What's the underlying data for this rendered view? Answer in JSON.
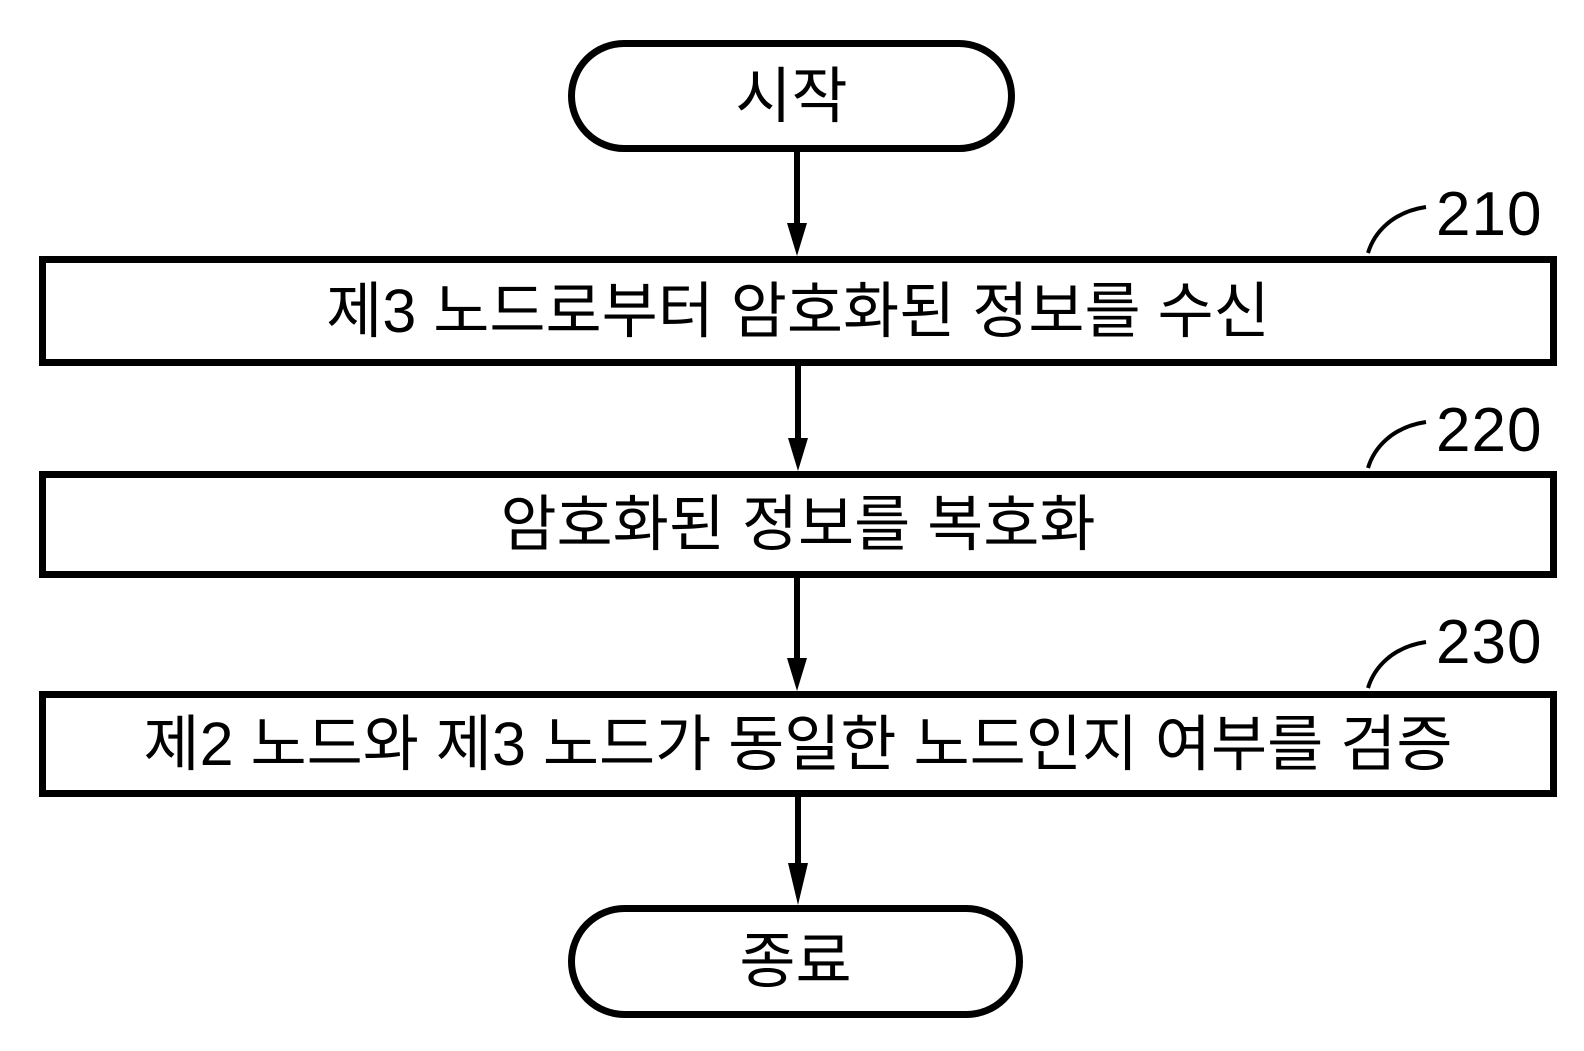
{
  "figure": {
    "type": "flowchart",
    "background_color": "#ffffff",
    "stroke_color": "#000000",
    "start": {
      "label": "시작"
    },
    "end": {
      "label": "종료"
    },
    "steps": [
      {
        "ref": "210",
        "label": "제3 노드로부터 암호화된 정보를 수신"
      },
      {
        "ref": "220",
        "label": "암호화된 정보를 복호화"
      },
      {
        "ref": "230",
        "label": "제2 노드와 제3 노드가 동일한 노드인지 여부를 검증"
      }
    ]
  }
}
